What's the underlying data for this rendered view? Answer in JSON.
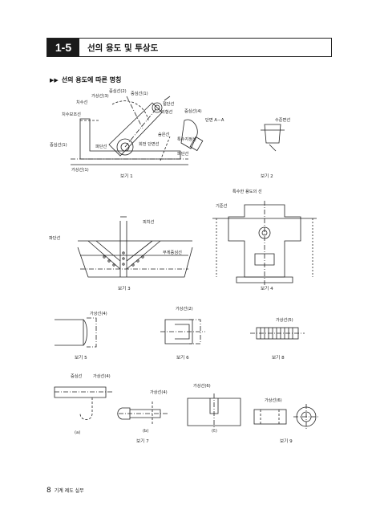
{
  "header": {
    "section_number": "1-5",
    "section_title": "선의 용도 및 투상도"
  },
  "subheading": "선의 용도에 따른 명칭",
  "labels": {
    "f1": [
      "중심선(2)",
      "중심선(1)",
      "가상선(3)",
      "치수선",
      "치수보조선",
      "절단선",
      "외형선",
      "숨은선",
      "특수지정선",
      "중심선(1)",
      "파단선",
      "회전 단면선",
      "파단선",
      "가상선(1)",
      "단면 A－A",
      "중심선(4)"
    ],
    "f2": [
      "수준면선"
    ],
    "f3": [
      "피치선",
      "파단선",
      "무게중심선"
    ],
    "f4": [
      "특수한 용도의 선",
      "기준선"
    ],
    "f5": [
      "가상선(4)"
    ],
    "f6": [
      "가상선(2)"
    ],
    "f7": [
      "중심선",
      "가상선(4)",
      "가상선(4)",
      "(a)",
      "(b)"
    ],
    "f8": [
      "가상선(5)"
    ],
    "f9": [
      "가상선(6)",
      "가상선(6)",
      "(c)"
    ]
  },
  "captions": [
    "보기 1",
    "보기 2",
    "보기 3",
    "보기 4",
    "보기 5",
    "보기 6",
    "보기 7",
    "보기 8",
    "보기 9"
  ],
  "footer": {
    "page_number": "8",
    "text": "기계 제도 실무"
  }
}
